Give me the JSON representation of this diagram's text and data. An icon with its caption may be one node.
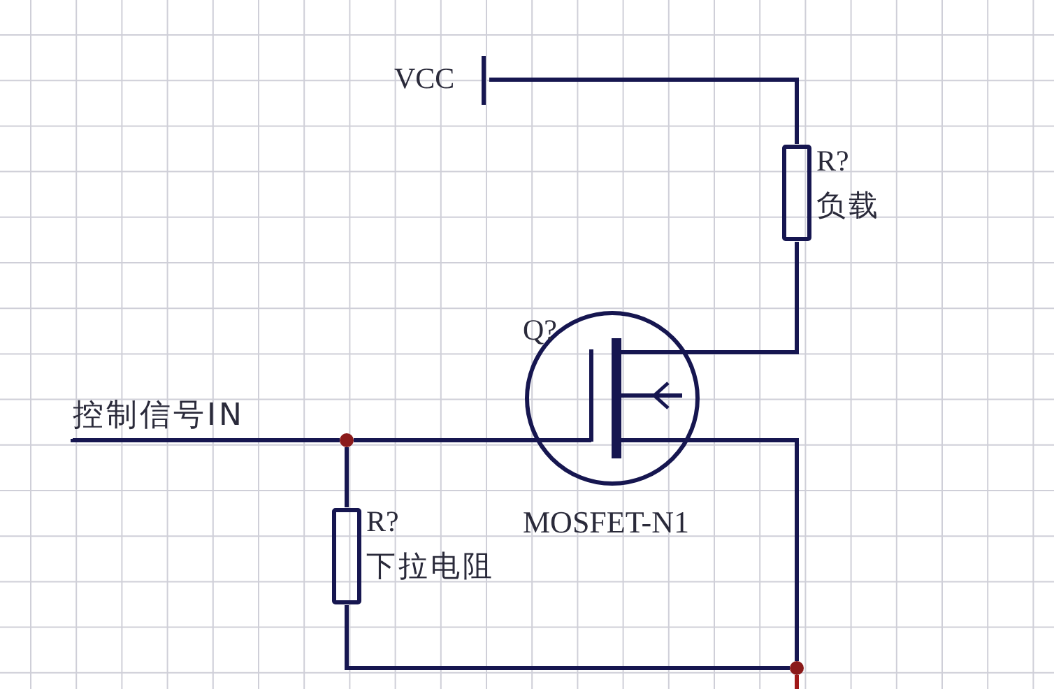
{
  "diagram": {
    "nodes": [
      {
        "text": [
          "VCC"
        ]
      },
      {
        "text": [
          "R?",
          "负载"
        ]
      },
      {
        "text": [
          "Q?",
          "MOSFET-N1"
        ]
      },
      {
        "text": [
          "控制信号IN"
        ]
      },
      {
        "text": [],
        "shape": "circle"
      },
      {
        "text": [
          "R?",
          "下拉电阻"
        ]
      },
      {
        "text": [],
        "shape": "circle"
      }
    ],
    "edges": [
      {
        "from": 0,
        "to": 1,
        "arrow": "none"
      },
      {
        "from": 1,
        "to": 2,
        "arrow": "none"
      },
      {
        "from": 3,
        "to": 4,
        "arrow": "none"
      },
      {
        "from": 4,
        "to": 2,
        "arrow": "none"
      },
      {
        "from": 4,
        "to": 5,
        "arrow": "none"
      },
      {
        "from": 2,
        "to": 6,
        "arrow": "none"
      },
      {
        "from": 5,
        "to": 6,
        "arrow": "none"
      },
      {
        "from": 6,
        "to": null,
        "arrow": "none",
        "color": "#a01818"
      }
    ]
  }
}
